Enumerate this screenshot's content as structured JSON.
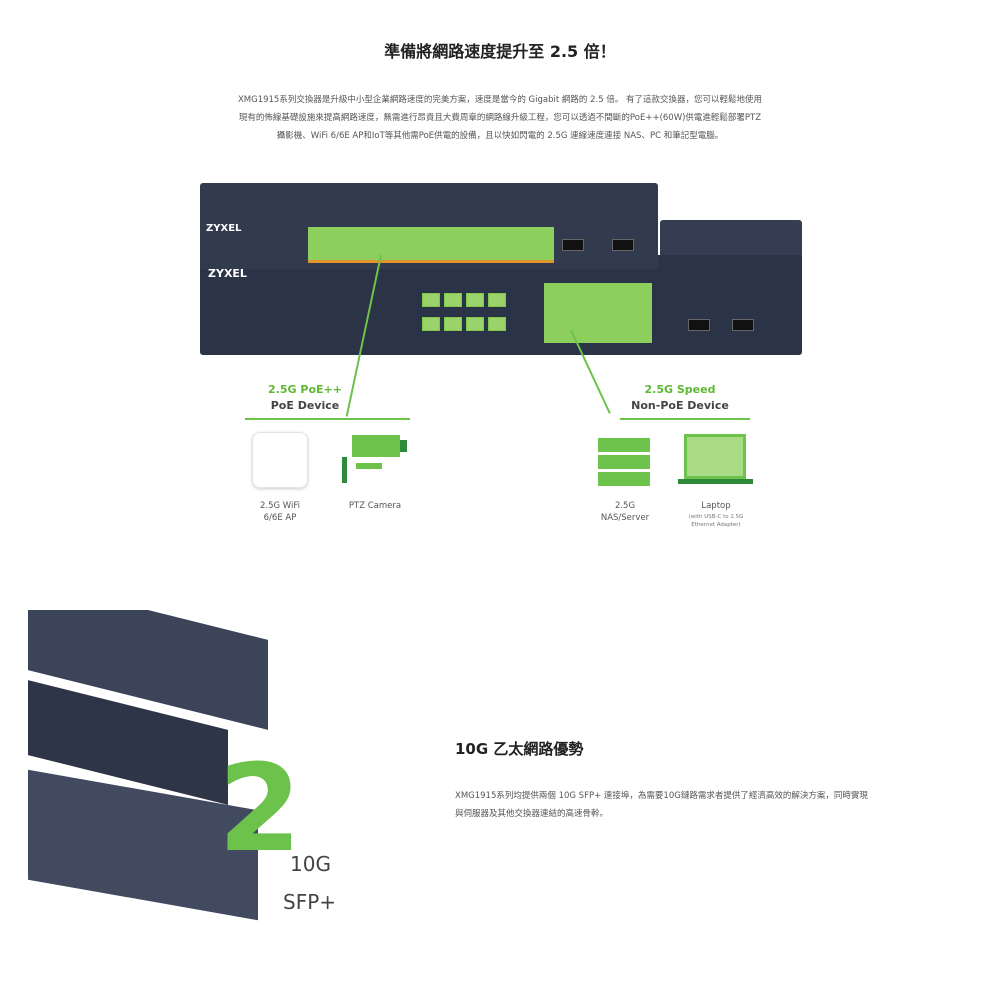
{
  "section1": {
    "title": "準備將網路速度提升至 2.5 倍！",
    "paragraph_lines": [
      "XMG1915系列交換器是升級中小型企業網路速度的完美方案，速度是當今的 Gigabit 網路的 2.5 倍。 有了這款交換器，您可以輕鬆地使用",
      "現有的佈線基礎設施來提高網路速度，無需進行昂貴且大費周章的網路線升級工程，您可以透過不間斷的PoE++(60W)供電進輕鬆部署PTZ",
      "攝影機、WiFi 6/6E AP和IoT等其他需PoE供電的設備，且以快如閃電的 2.5G 連線速度連接 NAS、PC 和筆記型電腦。"
    ],
    "switch_brand": "ZYXEL",
    "poe_group": {
      "speed": "2.5G PoE++",
      "type": "PoE Device"
    },
    "nonpoe_group": {
      "speed": "2.5G Speed",
      "type": "Non-PoE Device"
    },
    "devices": [
      {
        "name": "2.5G WiFi",
        "name2": "6/6E AP",
        "icon": "access-point-icon"
      },
      {
        "name": "PTZ Camera",
        "icon": "camera-icon"
      },
      {
        "name": "2.5G",
        "name2": "NAS/Server",
        "icon": "server-icon"
      },
      {
        "name": "Laptop",
        "note1": "(with USB-C to 2.5G",
        "note2": "Ethernet Adapter)",
        "icon": "laptop-icon"
      }
    ],
    "accent": "#6cc24a"
  },
  "section2": {
    "badge_number": "2",
    "badge_line1": "10G",
    "badge_line2": "SFP+",
    "title": "10G 乙太網路優勢",
    "paragraph": "XMG1915系列均提供兩個 10G SFP+ 連接埠，為需要10G鏈路需求者提供了經濟高效的解決方案，同時實現與伺服器及其他交換器連結的高速骨幹。"
  }
}
